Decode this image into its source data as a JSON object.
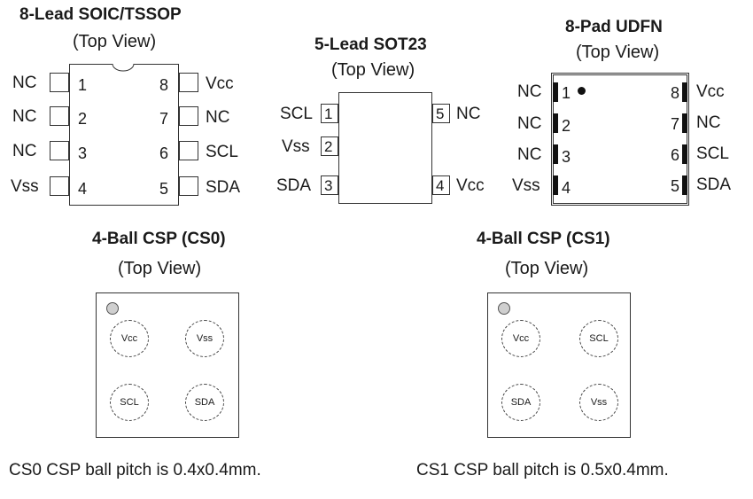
{
  "soic": {
    "title": "8-Lead SOIC/TSSOP",
    "subtitle": "(Top View)",
    "left_pins": [
      {
        "num": "1",
        "label": "NC"
      },
      {
        "num": "2",
        "label": "NC"
      },
      {
        "num": "3",
        "label": "NC"
      },
      {
        "num": "4",
        "label": "Vss"
      }
    ],
    "right_pins": [
      {
        "num": "8",
        "label": "Vcc"
      },
      {
        "num": "7",
        "label": "NC"
      },
      {
        "num": "6",
        "label": "SCL"
      },
      {
        "num": "5",
        "label": "SDA"
      }
    ]
  },
  "sot23": {
    "title": "5-Lead SOT23",
    "subtitle": "(Top View)",
    "left_pins": [
      {
        "num": "1",
        "label": "SCL"
      },
      {
        "num": "2",
        "label": "Vss"
      },
      {
        "num": "3",
        "label": "SDA"
      }
    ],
    "right_pins": [
      {
        "num": "5",
        "label": "NC"
      },
      {
        "num": "4",
        "label": "Vcc"
      }
    ]
  },
  "udfn": {
    "title": "8-Pad UDFN",
    "subtitle": "(Top View)",
    "left_pins": [
      {
        "num": "1",
        "label": "NC"
      },
      {
        "num": "2",
        "label": "NC"
      },
      {
        "num": "3",
        "label": "NC"
      },
      {
        "num": "4",
        "label": "Vss"
      }
    ],
    "right_pins": [
      {
        "num": "8",
        "label": "Vcc"
      },
      {
        "num": "7",
        "label": "NC"
      },
      {
        "num": "6",
        "label": "SCL"
      },
      {
        "num": "5",
        "label": "SDA"
      }
    ]
  },
  "csp0": {
    "title": "4-Ball CSP (CS0)",
    "subtitle": "(Top View)",
    "balls": [
      "Vcc",
      "Vss",
      "SCL",
      "SDA"
    ],
    "note": "CS0 CSP ball pitch is 0.4x0.4mm."
  },
  "csp1": {
    "title": "4-Ball CSP (CS1)",
    "subtitle": "(Top View)",
    "balls": [
      "Vcc",
      "SCL",
      "SDA",
      "Vss"
    ],
    "note": "CS1 CSP ball pitch is 0.5x0.4mm."
  }
}
